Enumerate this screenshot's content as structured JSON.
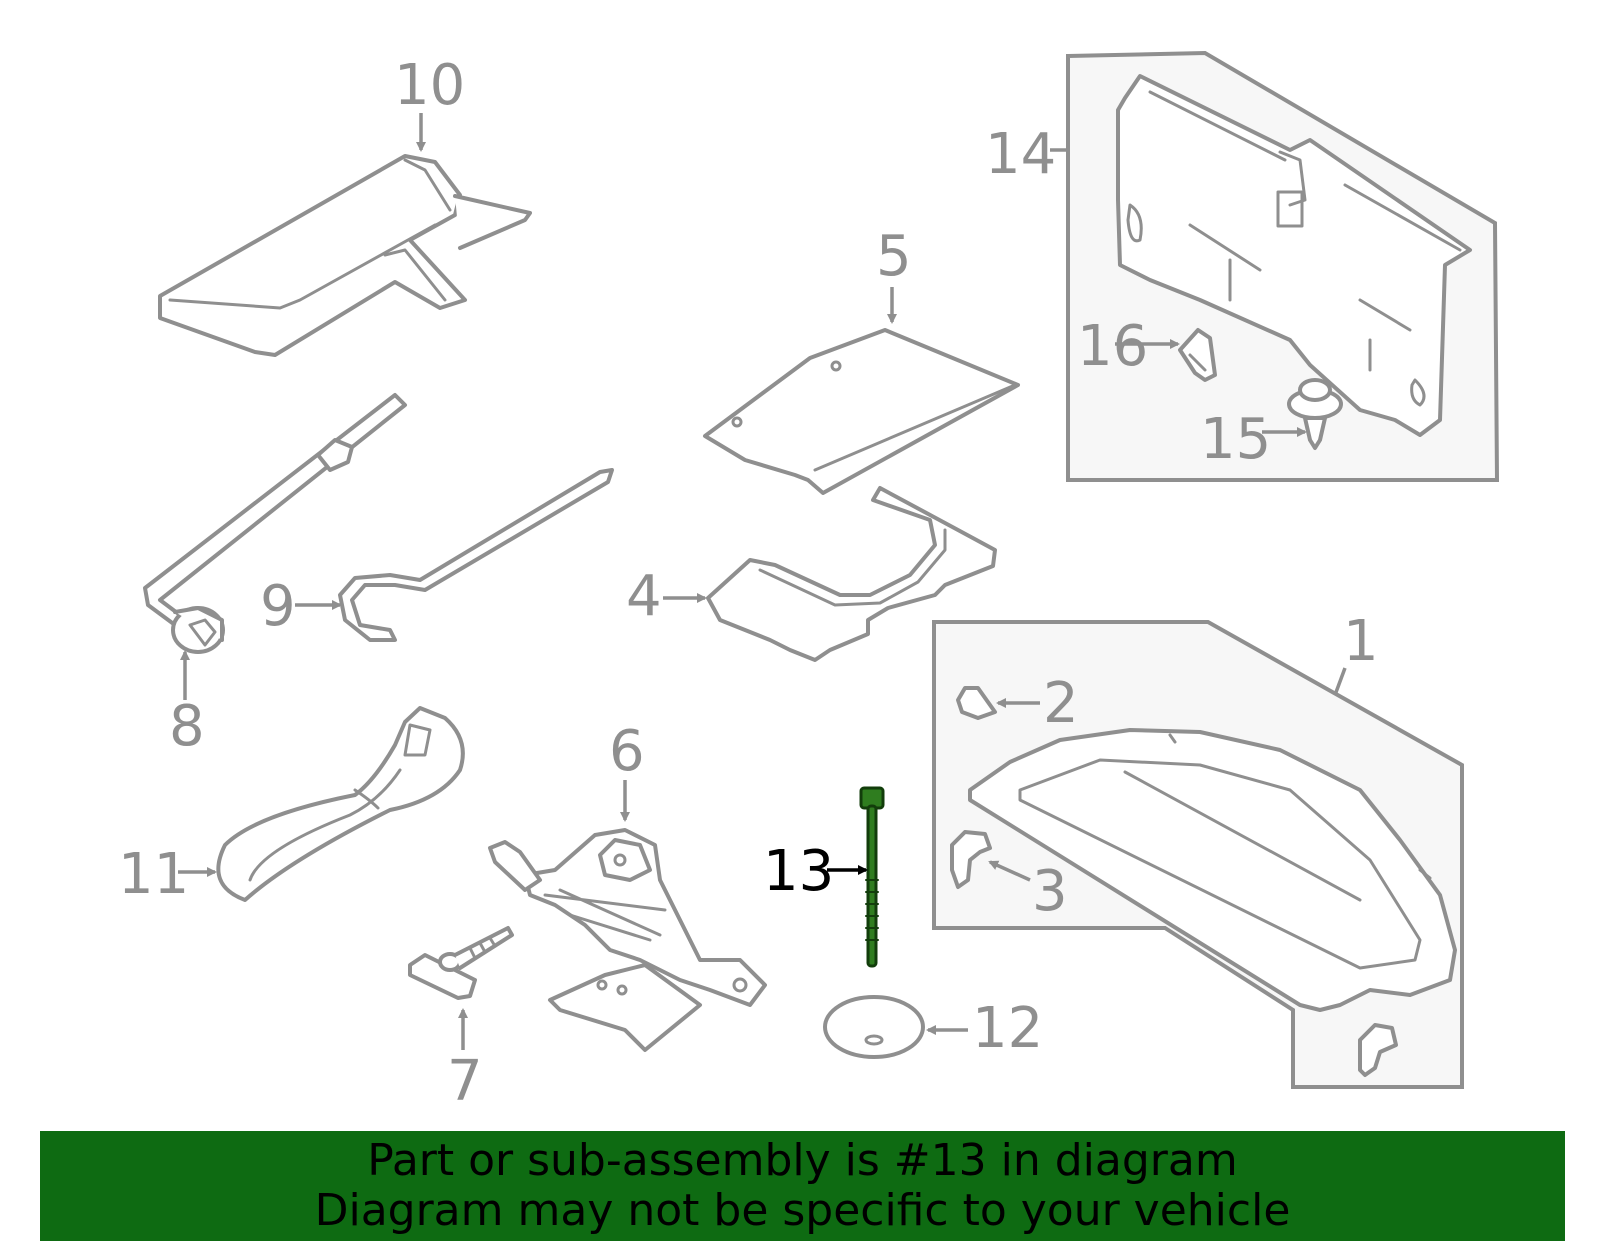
{
  "colors": {
    "line": "#8f8f8f",
    "highlight_part": "#2f7d1f",
    "banner": "#0e6b12",
    "banner_text": "#000000"
  },
  "callouts": {
    "c1": "1",
    "c2": "2",
    "c3": "3",
    "c4": "4",
    "c5": "5",
    "c6": "6",
    "c7": "7",
    "c8": "8",
    "c9": "9",
    "c10": "10",
    "c11": "11",
    "c12": "12",
    "c13": "13",
    "c14": "14",
    "c15": "15",
    "c16": "16"
  },
  "highlighted_callout": "13",
  "banner": {
    "line1": "Part or sub-assembly is #13 in diagram",
    "line2": "Diagram may not be specific to your vehicle"
  }
}
